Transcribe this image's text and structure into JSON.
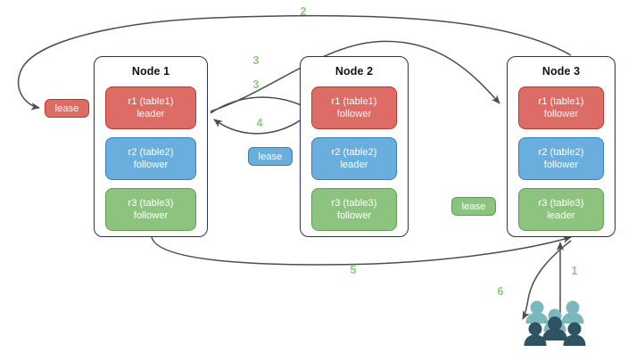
{
  "diagram": {
    "title": "Raft replica lease / request routing diagram",
    "colors": {
      "red": "#dd6b66",
      "red_border": "#c0392b",
      "blue": "#6aaedd",
      "blue_border": "#3a7fb5",
      "green": "#8cc47f",
      "green_border": "#5f9c51",
      "node_border": "#23355b",
      "edge": "#4d4d4d",
      "step_label": "#8cc97f",
      "people_light": "#7bb8bb",
      "people_dark": "#2e5463"
    },
    "nodes": [
      {
        "id": "node1",
        "title": "Node 1",
        "replicas": [
          {
            "id": "r1",
            "name": "r1 (table1)",
            "role": "leader",
            "color": "red"
          },
          {
            "id": "r2",
            "name": "r2 (table2)",
            "role": "follower",
            "color": "blue"
          },
          {
            "id": "r3",
            "name": "r3 (table3)",
            "role": "follower",
            "color": "green"
          }
        ]
      },
      {
        "id": "node2",
        "title": "Node 2",
        "replicas": [
          {
            "id": "r1",
            "name": "r1 (table1)",
            "role": "follower",
            "color": "red"
          },
          {
            "id": "r2",
            "name": "r2 (table2)",
            "role": "leader",
            "color": "blue"
          },
          {
            "id": "r3",
            "name": "r3 (table3)",
            "role": "follower",
            "color": "green"
          }
        ]
      },
      {
        "id": "node3",
        "title": "Node 3",
        "replicas": [
          {
            "id": "r1",
            "name": "r1 (table1)",
            "role": "follower",
            "color": "red"
          },
          {
            "id": "r2",
            "name": "r2 (table2)",
            "role": "follower",
            "color": "blue"
          },
          {
            "id": "r3",
            "name": "r3 (table3)",
            "role": "leader",
            "color": "green"
          }
        ]
      }
    ],
    "leases": [
      {
        "id": "lease-red",
        "label": "lease",
        "color": "red"
      },
      {
        "id": "lease-blue",
        "label": "lease",
        "color": "blue"
      },
      {
        "id": "lease-green",
        "label": "lease",
        "color": "green"
      }
    ],
    "steps": [
      {
        "id": "step-1",
        "label": "1"
      },
      {
        "id": "step-2",
        "label": "2"
      },
      {
        "id": "step-3a",
        "label": "3"
      },
      {
        "id": "step-3b",
        "label": "3"
      },
      {
        "id": "step-4",
        "label": "4"
      },
      {
        "id": "step-5",
        "label": "5"
      },
      {
        "id": "step-6",
        "label": "6"
      }
    ],
    "actor": {
      "id": "clients",
      "icon": "people-icon",
      "count": 6
    }
  }
}
